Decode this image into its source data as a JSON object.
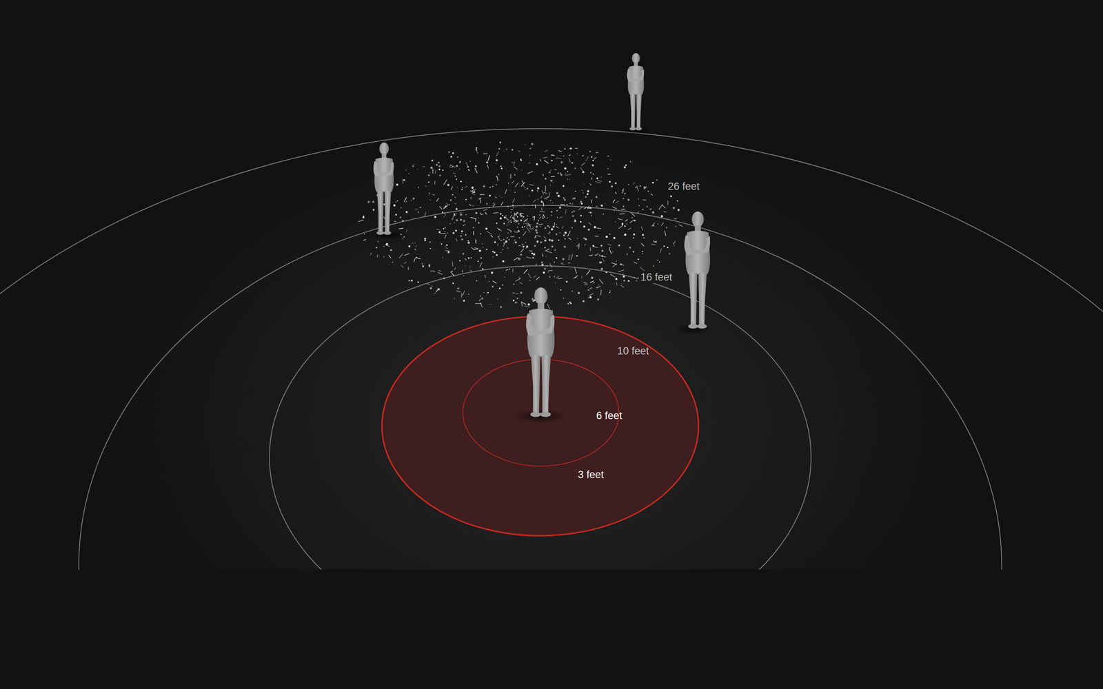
{
  "diagram": {
    "labels": [
      "26 feet",
      "16 feet",
      "10 feet",
      "6 feet",
      "3 feet"
    ]
  }
}
